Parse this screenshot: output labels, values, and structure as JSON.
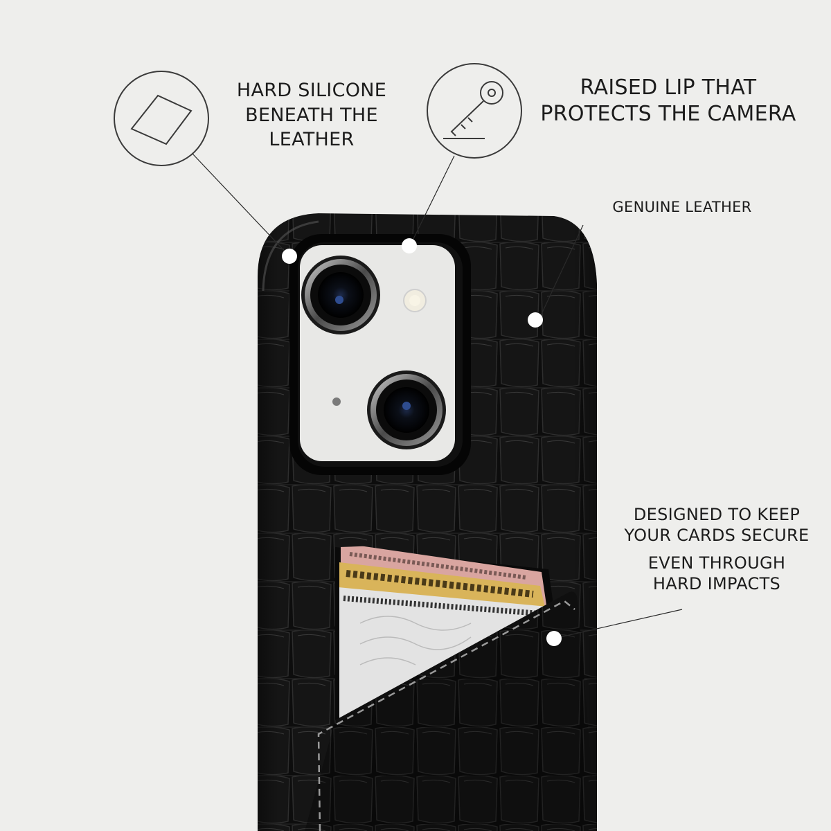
{
  "features": [
    {
      "id": "hard-silicone",
      "icon": "card-outline-icon",
      "lines": [
        "HARD SILICONE",
        "BENEATH THE",
        "LEATHER"
      ]
    },
    {
      "id": "raised-lip",
      "icon": "key-icon",
      "lines": [
        "RAISED LIP THAT",
        "PROTECTS THE CAMERA"
      ]
    },
    {
      "id": "genuine-leather",
      "icon": null,
      "lines": [
        "GENUINE LEATHER"
      ]
    },
    {
      "id": "card-secure",
      "icon": null,
      "lines": [
        "DESIGNED TO KEEP",
        "YOUR CARDS SECURE",
        "EVEN THROUGH",
        "HARD IMPACTS"
      ]
    }
  ],
  "product": {
    "case_color": "#0d0d0d",
    "phone_color": "#e8e8e6",
    "card_colors": [
      "#d9a5a0",
      "#d9b45a",
      "#e3e3e3"
    ]
  },
  "colors": {
    "background": "#eeeeec",
    "text": "#1c1c1c",
    "callout_line": "#2a2a2a",
    "hotspot_dot": "#ffffff"
  }
}
